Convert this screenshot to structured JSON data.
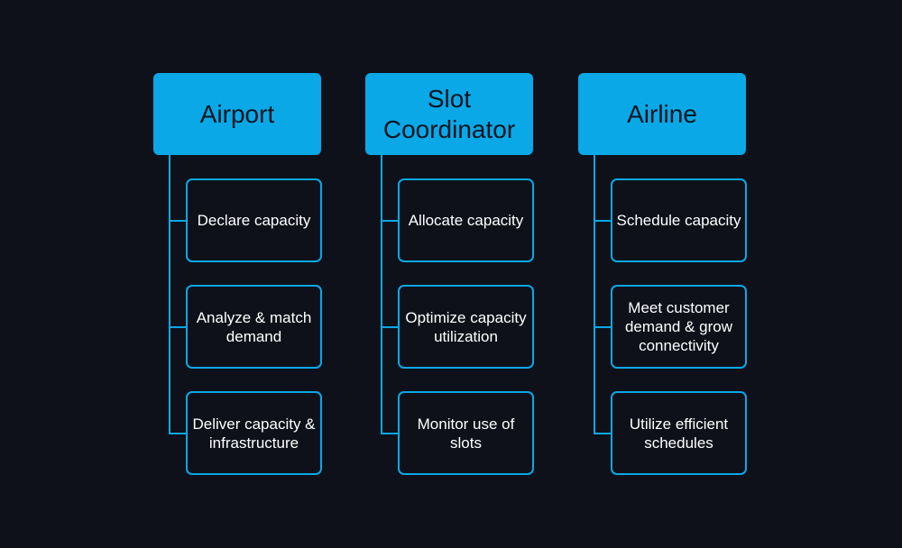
{
  "columns": [
    {
      "title": "Airport",
      "items": [
        "Declare capacity",
        "Analyze & match demand",
        "Deliver capacity & infrastructure"
      ]
    },
    {
      "title": "Slot Coordinator",
      "items": [
        "Allocate capacity",
        "Optimize capacity utilization",
        "Monitor use of slots"
      ]
    },
    {
      "title": "Airline",
      "items": [
        "Schedule capacity",
        "Meet customer demand & grow connectivity",
        "Utilize efficient schedules"
      ]
    }
  ],
  "colors": {
    "background": "#0e111a",
    "accent": "#0aa8e6",
    "text": "#ffffff"
  }
}
